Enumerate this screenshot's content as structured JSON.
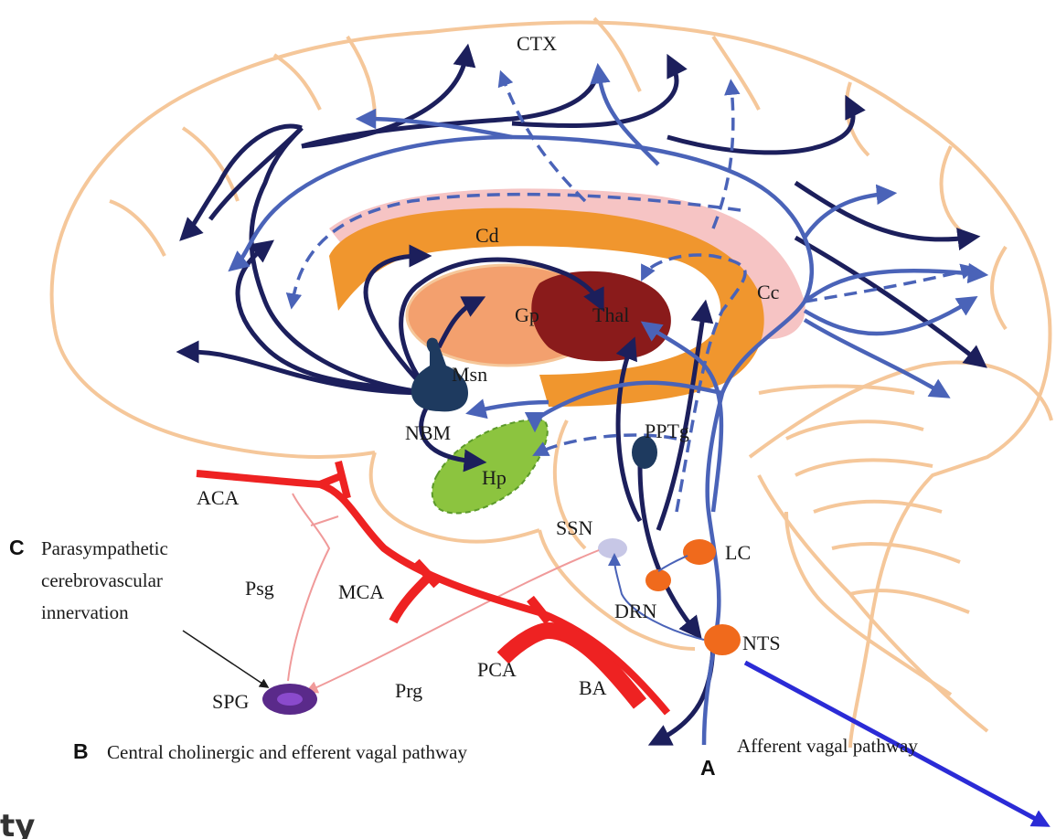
{
  "labels": {
    "ctx": "CTX",
    "cd": "Cd",
    "gp": "Gp",
    "thal": "Thal",
    "cc": "Cc",
    "msn": "Msn",
    "nbm": "NBM",
    "pptg": "PPTg",
    "hp": "Hp",
    "ssn": "SSN",
    "lc": "LC",
    "drn": "DRN",
    "nts": "NTS",
    "aca": "ACA",
    "mca": "MCA",
    "pca": "PCA",
    "ba": "BA",
    "psg": "Psg",
    "prg": "Prg",
    "spg": "SPG"
  },
  "sections": {
    "a_letter": "A",
    "a_text": "Afferent vagal pathway",
    "b_letter": "B",
    "b_text": "Central cholinergic and efferent vagal pathway",
    "c_letter": "C",
    "c_line1": "Parasympathetic",
    "c_line2": "cerebrovascular",
    "c_line3": "innervation"
  },
  "cutoff_text": "ty",
  "colors": {
    "brain_outline": "#f5c79a",
    "caudate": "#f0962e",
    "corpus_callosum": "#f6c4c4",
    "globus_pallidus": "#f3a06e",
    "thalamus": "#8a1b1b",
    "hippocampus": "#8cc43f",
    "cholinergic_dark": "#1c1f5c",
    "vagal_afferent": "#4a63b8",
    "arteries": "#ee2222",
    "parasympathetic": "#f09a9a",
    "nuclei_orange": "#f06a1c",
    "spg": "#5a2a8a",
    "pointer_arrow": "#2b2bd6"
  }
}
